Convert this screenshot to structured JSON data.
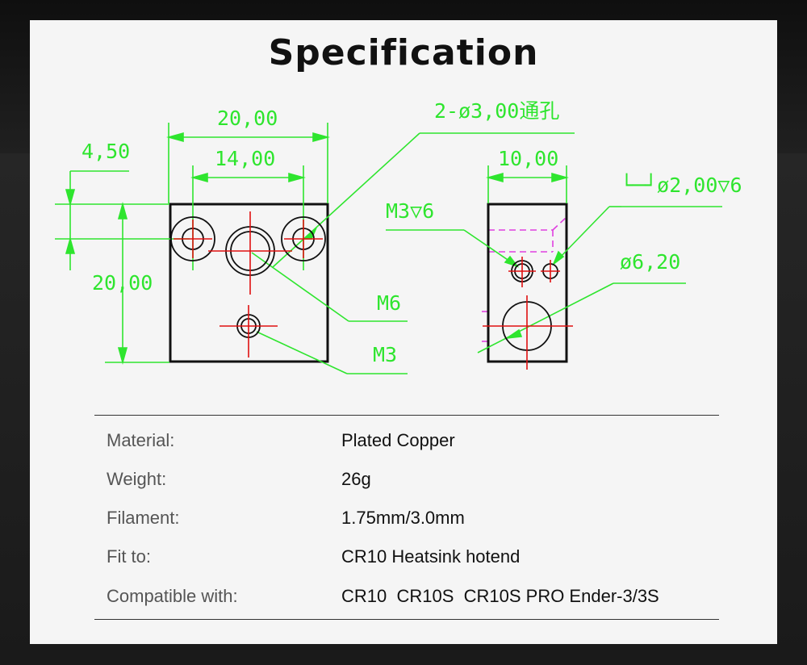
{
  "title": "Specification",
  "drawing": {
    "front": {
      "width_top": "20,00",
      "hole_spacing": "14,00",
      "edge_offset": "4,50",
      "height": "20,00",
      "through_holes": "2-ø3,00通孔",
      "center_thread": "M6",
      "lower_thread": "M3"
    },
    "side": {
      "width": "10,00",
      "thread": "M3▽6",
      "small_hole": "└─┘ø2,00▽6",
      "big_hole": "ø6,20"
    },
    "colors": {
      "dimension": "#2ee52e",
      "centerline": "#e01010",
      "hidden": "#e040e0",
      "outline": "#111111"
    }
  },
  "specs": [
    {
      "label": "Material:",
      "value": "Plated Copper"
    },
    {
      "label": "Weight:",
      "value": "26g"
    },
    {
      "label": "Filament:",
      "value": "1.75mm/3.0mm"
    },
    {
      "label": "Fit to:",
      "value": "CR10 Heatsink hotend"
    },
    {
      "label": "Compatible with:",
      "value": "CR10  CR10S  CR10S PRO Ender-3/3S"
    }
  ]
}
